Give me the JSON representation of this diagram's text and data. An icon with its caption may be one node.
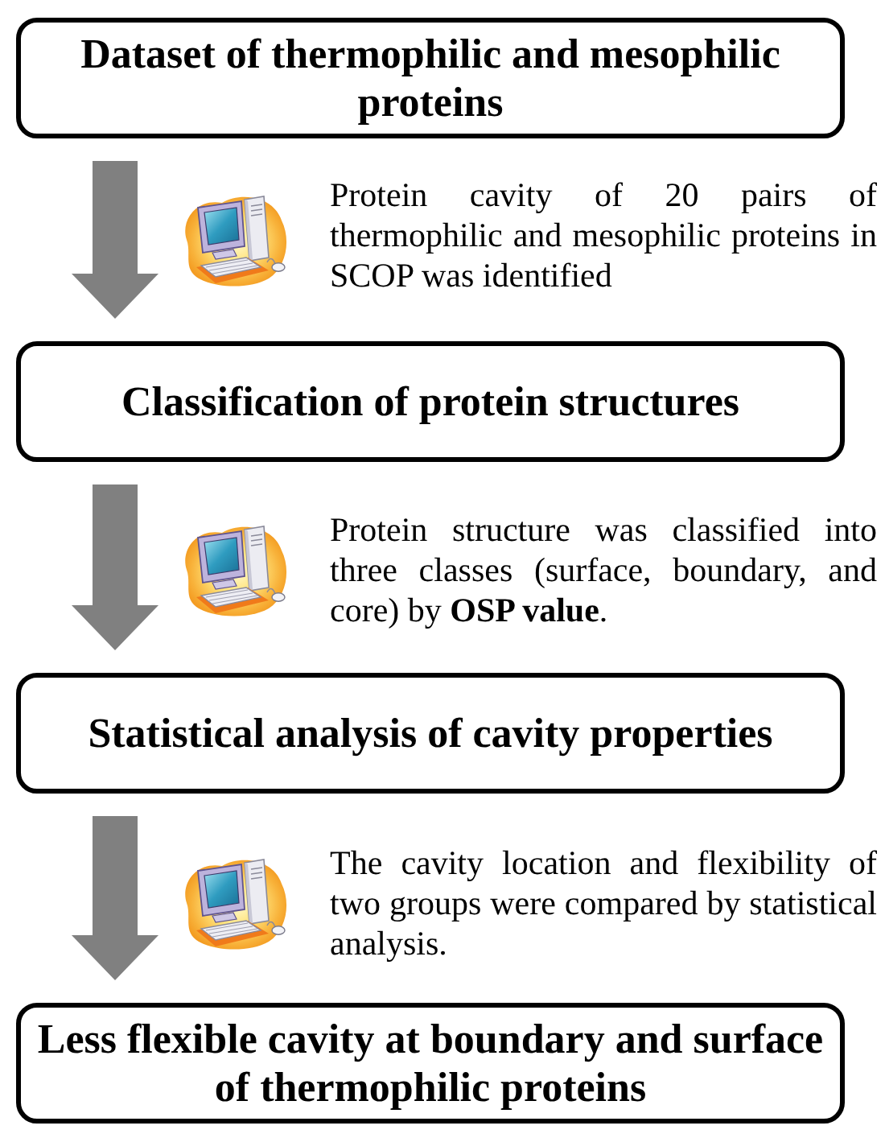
{
  "diagram": {
    "nodes": [
      {
        "text": [
          "Dataset of thermophilic and mesophilic proteins"
        ]
      },
      {
        "text": [
          "Classification of protein structures"
        ]
      },
      {
        "text": [
          "Statistical analysis of cavity properties"
        ]
      },
      {
        "text": [
          "Less flexible cavity at boundary and surface of thermophilic proteins"
        ]
      }
    ],
    "edges": [
      {
        "from": 0,
        "to": 1,
        "arrow": "to"
      },
      {
        "from": 1,
        "to": 2,
        "arrow": "to"
      },
      {
        "from": 2,
        "to": 3,
        "arrow": "to"
      }
    ],
    "labels": [
      "Protein cavity of 20 pairs of thermophilic and mesophilic proteins in SCOP was identified",
      "Protein structure was classified into three classes (surface, boundary, and core) by **OSP value**.",
      "The cavity location and flexibility of two groups were compared by statistical analysis."
    ]
  }
}
